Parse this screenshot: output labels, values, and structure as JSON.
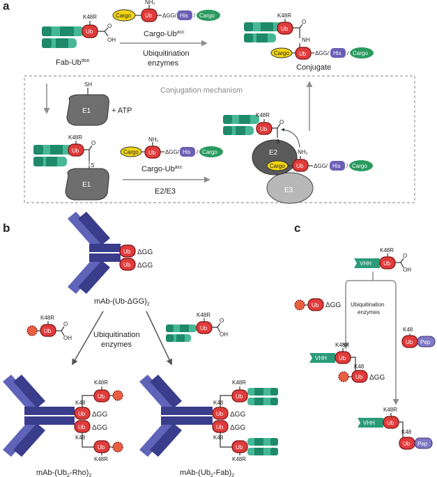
{
  "colors": {
    "ub": "#e03c3c",
    "fab_dark": "#1f8a6a",
    "fab_light": "#47b896",
    "ab_dark": "#3a3c8c",
    "ab_light": "#6064b8",
    "cargo": "#f2d415",
    "his": "#6b5fb5",
    "cargo_green": "#2a9a5f",
    "enzyme": "#6e6e6e",
    "e2": "#5a5a5a",
    "e3": "#b8b8b8",
    "pep": "#7f78c4",
    "rho": "#e03c3c"
  },
  "icons": {
    "rhodamine": "star-burst",
    "arrow": "arrow-icon"
  },
  "panels": {
    "a": "a",
    "b": "b",
    "c": "c"
  },
  "ub_label": "Ub",
  "k48r": "K48R",
  "k48": "K48",
  "dgg": "ΔGG",
  "dgg_slash": "ΔGG/",
  "his": "His",
  "cargo": "Cargo",
  "oh": "OH",
  "nh": "NH",
  "nh2": "NH₂",
  "sh": "SH",
  "s": "S",
  "o": "O",
  "vhh": "VHH",
  "pep": "Pep",
  "a": {
    "fab_ub_don": "Fab-Ub",
    "fab_ub_don_sup": "don",
    "cargo_ub_acc": "Cargo-Ub",
    "cargo_ub_acc_sup": "acc",
    "ubiquitination_enzymes": [
      "Ubiquitination",
      "enzymes"
    ],
    "conjugate": "Conjugate",
    "conjugation_mechanism": "Conjugation mechanism",
    "e1": "E1",
    "atp": "+ ATP",
    "e2": "E2",
    "e3": "E3",
    "e2e3": "E2/E3"
  },
  "b": {
    "mab_ub_dgg": "mAb-(Ub-ΔGG)",
    "sub2": "2",
    "ubiquitination_enzymes": [
      "Ubiquitination",
      "enzymes"
    ],
    "mab_ub2_rho": "mAb-(Ub",
    "rho_suffix": "-Rho)",
    "mab_ub2_fab": "mAb-(Ub",
    "fab_suffix": "-Fab)"
  },
  "c": {
    "ubiquitination_enzymes": [
      "Ubiquitination",
      "enzymes"
    ]
  }
}
